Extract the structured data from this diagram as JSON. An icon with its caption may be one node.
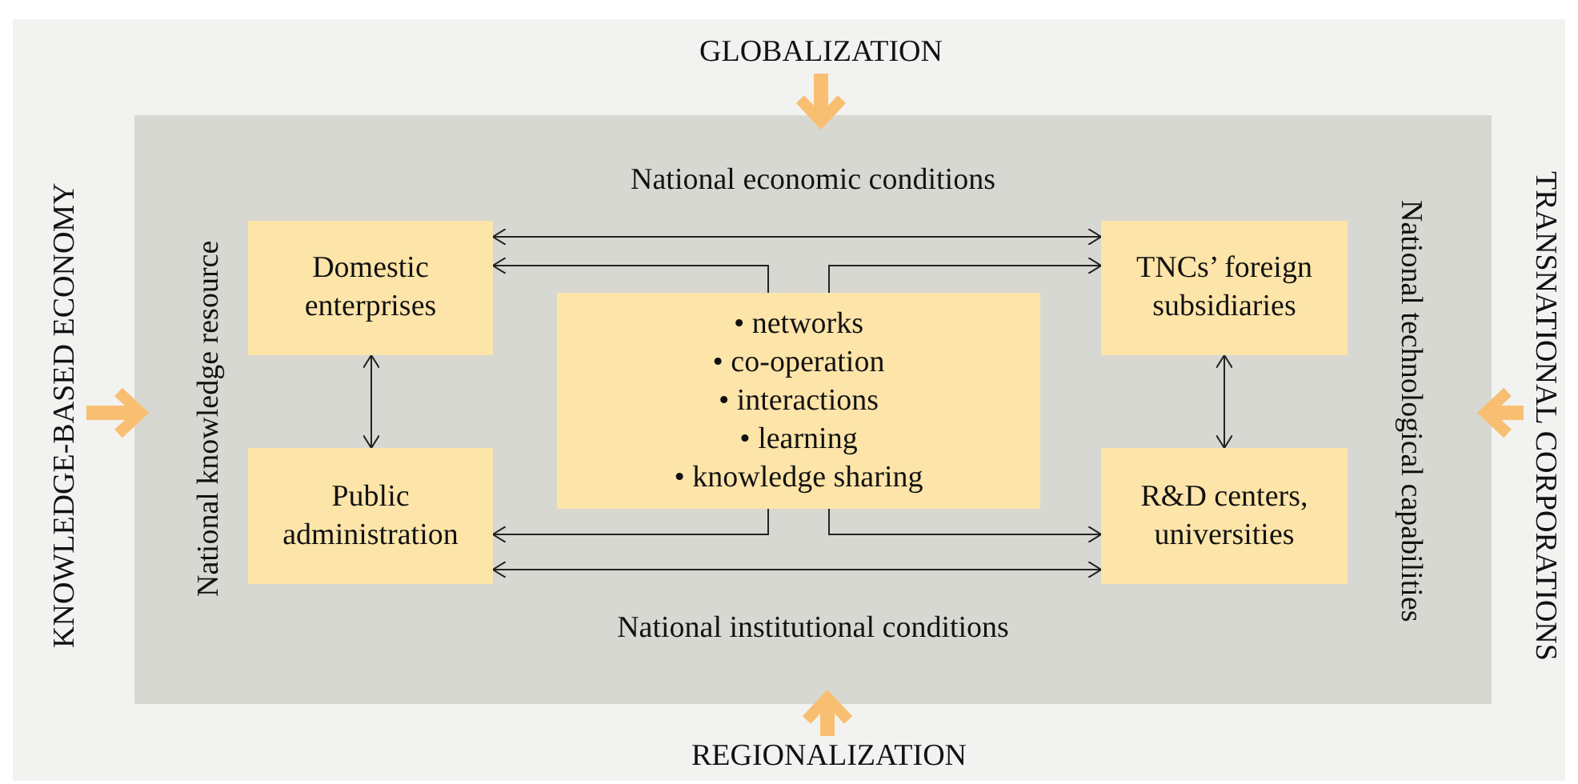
{
  "diagram": {
    "nodes": [
      {
        "text": [
          "GLOBALIZATION"
        ]
      },
      {
        "text": [
          "KNOWLEDGE-BASED ECONOMY"
        ]
      },
      {
        "text": [
          "National economic conditions",
          "National knowledge resource",
          "National technological capabilities",
          "National institutional conditions"
        ]
      },
      {
        "text": [
          "Domestic enterprises"
        ],
        "in": 2
      },
      {
        "text": [
          "TNCs’ foreign subsidiaries"
        ],
        "in": 2
      },
      {
        "text": [
          "• networks",
          "• co-operation",
          "• interactions",
          "• learning",
          "• knowledge sharing"
        ],
        "in": 2
      },
      {
        "text": [
          "Public administration"
        ],
        "in": 2
      },
      {
        "text": [
          "R&D centers, universities"
        ],
        "in": 2
      },
      {
        "text": [
          "TRANSNATIONAL CORPORATIONS"
        ]
      },
      {
        "text": [
          "REGIONALIZATION"
        ]
      }
    ],
    "edges": [
      {
        "from": 0,
        "to": 2,
        "arrow": "to",
        "style": "thick",
        "color": "#f8bf72"
      },
      {
        "from": 1,
        "to": 2,
        "arrow": "to",
        "style": "thick",
        "color": "#f8bf72"
      },
      {
        "from": 3,
        "to": 4,
        "arrow": "both"
      },
      {
        "from": 5,
        "to": 3,
        "arrow": "to"
      },
      {
        "from": 5,
        "to": 4,
        "arrow": "to"
      },
      {
        "from": 3,
        "to": 6,
        "arrow": "both"
      },
      {
        "from": 4,
        "to": 7,
        "arrow": "both"
      },
      {
        "from": 5,
        "to": 6,
        "arrow": "to"
      },
      {
        "from": 5,
        "to": 7,
        "arrow": "to"
      },
      {
        "from": 6,
        "to": 7,
        "arrow": "both"
      },
      {
        "from": 8,
        "to": 2,
        "arrow": "to",
        "style": "thick",
        "color": "#f8bf72"
      },
      {
        "from": 9,
        "to": 2,
        "arrow": "to",
        "style": "thick",
        "color": "#f8bf72"
      }
    ]
  }
}
